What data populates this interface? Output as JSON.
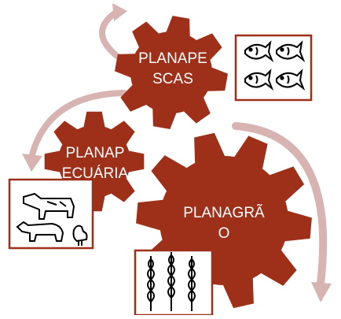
{
  "colors": {
    "gear_fill": "#9e2f18",
    "arrow": "#d7b3b1",
    "icon_border": "#9e2f18",
    "icon_stroke": "#000000"
  },
  "gears": {
    "fish": {
      "label_line1": "PLANAPE",
      "label_line2": "SCAS",
      "icon": "fish-icon"
    },
    "cattle": {
      "label_line1": "PLANAP",
      "label_line2": "ECUÁRIA",
      "icon": "farm-animals-icon"
    },
    "grain": {
      "label_line1": "PLANAGRÃ",
      "label_line2": "O",
      "icon": "wheat-icon"
    }
  }
}
